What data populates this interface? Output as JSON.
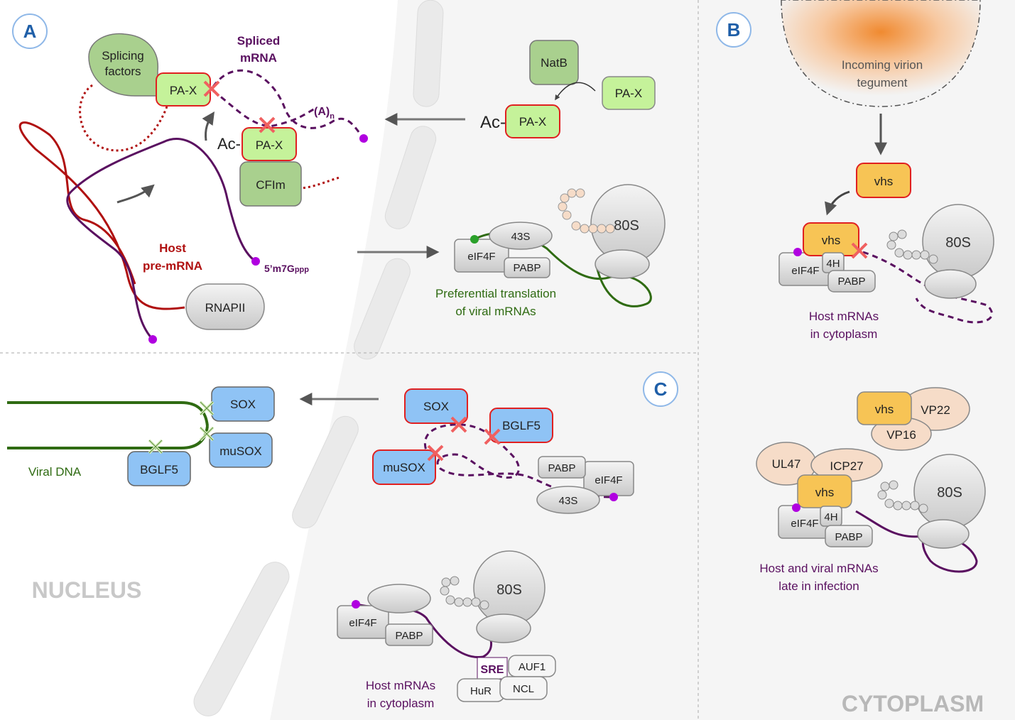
{
  "panels": {
    "a": {
      "letter": "A"
    },
    "b": {
      "letter": "B"
    },
    "c": {
      "letter": "C"
    }
  },
  "regions": {
    "nucleus": "NUCLEUS",
    "cytoplasm": "CYTOPLASM"
  },
  "panel_a": {
    "splicing_factors_line1": "Splicing",
    "splicing_factors_line2": "factors",
    "pax": "PA-X",
    "spliced_line1": "Spliced",
    "spliced_line2": "mRNA",
    "polya": "(A)",
    "polya_sub": "n",
    "ac": "Ac-",
    "cfim": "CFIm",
    "host_line1": "Host",
    "host_line2": "pre-mRNA",
    "cap": "5’m7G",
    "cap_sub": "ppp",
    "rnapii": "RNAPII",
    "natb": "NatB",
    "elf4f": "eIF4F",
    "s43": "43S",
    "pabp": "PABP",
    "s80": "80S",
    "pref_line1": "Preferential translation",
    "pref_line2": "of viral mRNAs"
  },
  "panel_b": {
    "virion_line1": "Incoming virion",
    "virion_line2": "tegument",
    "vhs": "vhs",
    "elf4f": "eIF4F",
    "h4": "4H",
    "pabp": "PABP",
    "s80": "80S",
    "host_line1": "Host mRNAs",
    "host_line2": "in cytoplasm",
    "vp22": "VP22",
    "vp16": "VP16",
    "ul47": "UL47",
    "icp27": "ICP27",
    "late_line1": "Host and viral mRNAs",
    "late_line2": "late in infection"
  },
  "panel_c": {
    "sox": "SOX",
    "musox": "muSOX",
    "bglf5": "BGLF5",
    "viral_dna": "Viral DNA",
    "pabp": "PABP",
    "elf4f": "eIF4F",
    "s43": "43S",
    "s80": "80S",
    "sre": "SRE",
    "auf1": "AUF1",
    "hur": "HuR",
    "ncl": "NCL",
    "host_line1": "Host mRNAs",
    "host_line2": "in cytoplasm"
  },
  "colors": {
    "green_box": "#c5f29a",
    "green_complex": "#a9d08e",
    "red_border": "#e02020",
    "blue_box": "#8fc3f5",
    "orange_box": "#f7c455",
    "peach": "#f6dcc8",
    "grey_box": "#dcdcdc",
    "purple": "#5a1060",
    "dark_red": "#b01010",
    "dark_green": "#2f6b12",
    "magenta_dot": "#b000e0",
    "panel_letter": "#1f5fa8"
  }
}
